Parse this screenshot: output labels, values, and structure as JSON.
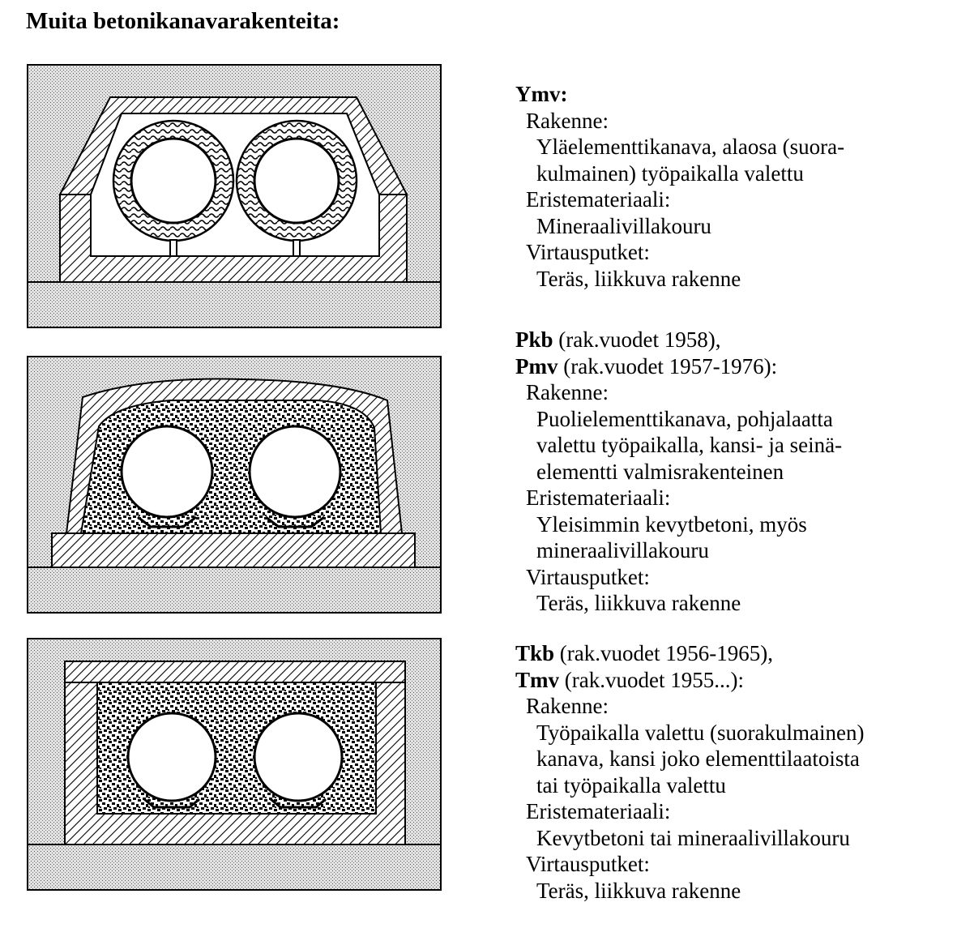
{
  "page_title": "Muita betonikanavarakenteita:",
  "sections": [
    {
      "code": "Ymv:",
      "rakenne_label": "Rakenne:",
      "rakenne": [
        "Yläelementtikanava, alaosa (suora-",
        "kulmainen) työpaikalla valettu"
      ],
      "eriste_label": "Eristemateriaali:",
      "eriste": [
        "Mineraalivillakouru"
      ],
      "putket_label": "Virtausputket:",
      "putket": [
        "Teräs, liikkuva rakenne"
      ]
    },
    {
      "code1": "Pkb",
      "years1": " (rak.vuodet 1958),",
      "code2": "Pmv",
      "years2": " (rak.vuodet 1957-1976):",
      "rakenne_label": "Rakenne:",
      "rakenne": [
        "Puolielementtikanava, pohjalaatta",
        "valettu työpaikalla, kansi- ja seinä-",
        "elementti valmisrakenteinen"
      ],
      "eriste_label": "Eristemateriaali:",
      "eriste": [
        "Yleisimmin kevytbetoni, myös",
        "mineraalivillakouru"
      ],
      "putket_label": "Virtausputket:",
      "putket": [
        "Teräs, liikkuva rakenne"
      ]
    },
    {
      "code1": "Tkb",
      "years1": " (rak.vuodet 1956-1965),",
      "code2": "Tmv",
      "years2": " (rak.vuodet 1955...):",
      "rakenne_label": "Rakenne:",
      "rakenne": [
        "Työpaikalla valettu (suorakulmainen)",
        "kanava, kansi joko elementtilaatoista",
        "tai työpaikalla valettu"
      ],
      "eriste_label": "Eristemateriaali:",
      "eriste": [
        "Kevytbetoni tai mineraalivillakouru"
      ],
      "putket_label": "Virtausputket:",
      "putket": [
        "Teräs, liikkuva rakenne"
      ]
    }
  ]
}
